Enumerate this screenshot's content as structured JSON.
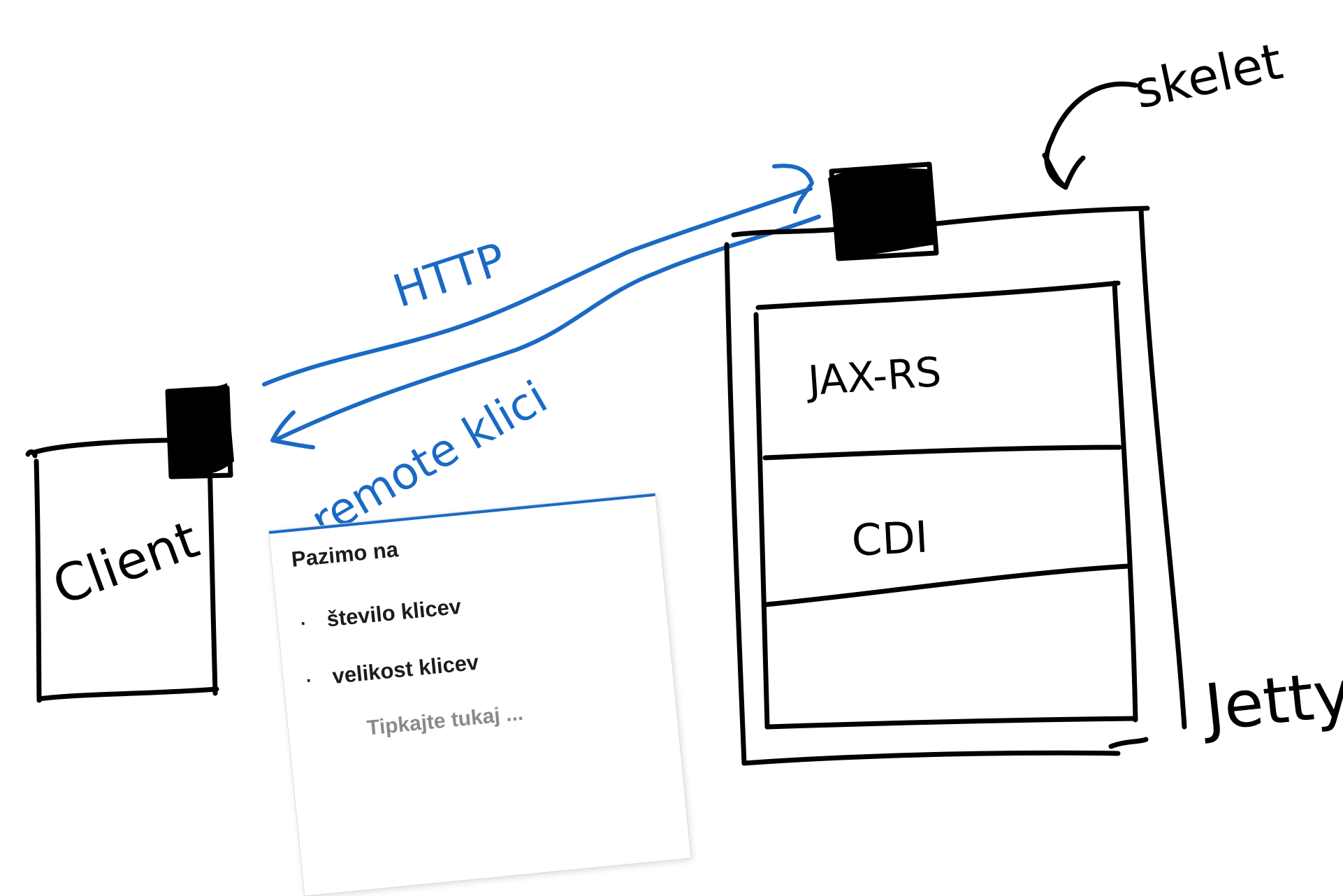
{
  "diagram": {
    "client_label": "Client",
    "http_label": "HTTP",
    "remote_label": "remote klici",
    "skeleton_label": "skelet",
    "jaxrs_label": "JAX-RS",
    "cdi_label": "CDI",
    "jetty_label": "Jetty"
  },
  "note": {
    "title": "Pazimo na",
    "items": [
      {
        "bullet": "·",
        "text": "število klicev"
      },
      {
        "bullet": "·",
        "text": "velikost klicev"
      }
    ],
    "placeholder": "Tipkajte tukaj ..."
  },
  "colors": {
    "ink": "#000000",
    "pen_blue": "#1a6ac4",
    "note_accent": "#1a6ac4"
  }
}
